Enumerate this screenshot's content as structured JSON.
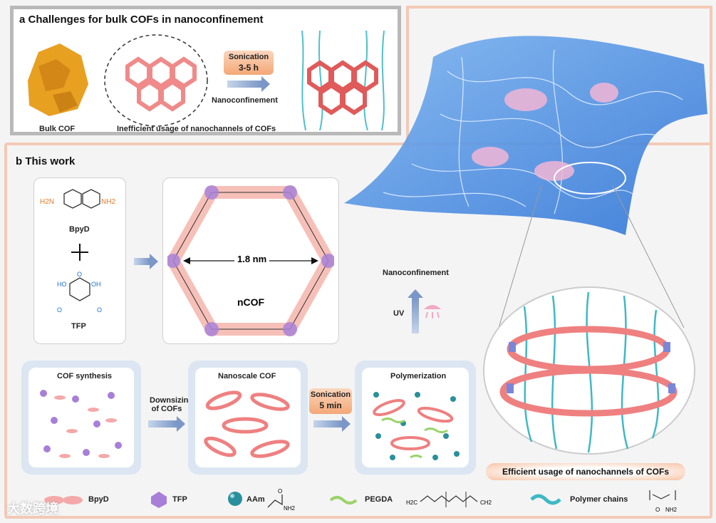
{
  "panel_a": {
    "title": "a  Challenges for bulk COFs in nanoconfinement",
    "bulk_label": "Bulk COF",
    "inefficient_label": "Inefficient usage of nanochannels of COFs",
    "sonication_label": "Sonication",
    "sonication_time": "3-5 h",
    "nanoconfinement_label": "Nanoconfinement"
  },
  "panel_b": {
    "title": "b  This work",
    "bpyd_label": "BpyD",
    "tfp_label": "TFP",
    "ncof_label": "nCOF",
    "pore_size": "1.8 nm",
    "nanoconfinement_label": "Nanoconfinement",
    "uv_label": "UV",
    "stage1": "COF synthesis",
    "stage2": "Nanoscale COF",
    "stage3": "Polymerization",
    "downsizing": "Downsizing of COFs",
    "sonication_label": "Sonication",
    "sonication_time": "5 min",
    "efficient_label": "Efficient usage of nanochannels  of COFs"
  },
  "legend": {
    "bpyd": "BpyD",
    "tfp": "TFP",
    "aam": "AAm",
    "pegda": "PEGDA",
    "polymer": "Polymer chains"
  },
  "watermark": "大数跨境",
  "colors": {
    "accent_blue": "#3f88e0",
    "coral": "#f08a8a",
    "orange": "#f3a877",
    "teal": "#4fc0c8"
  }
}
